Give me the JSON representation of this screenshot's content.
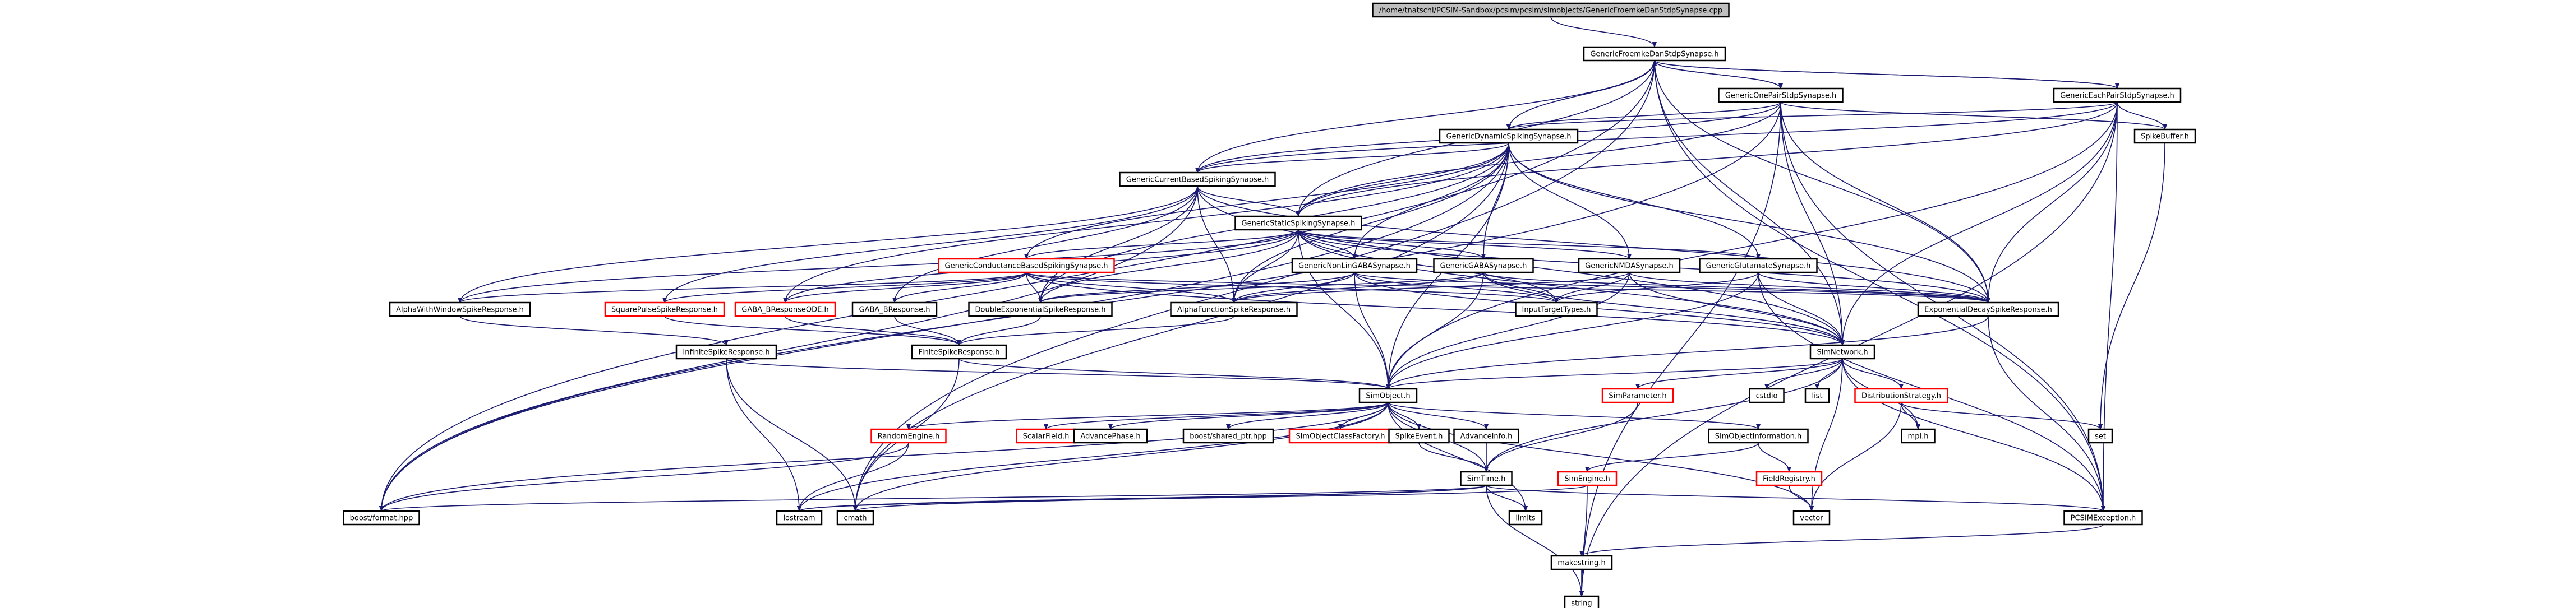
{
  "colors": {
    "edge": "#191970",
    "node_border": "#000000",
    "node_border_undocumented": "#ff0000",
    "root_fill": "#bfbfbf",
    "node_fill": "#ffffff",
    "text": "#000000"
  },
  "nodes": [
    {
      "id": "root",
      "label": "/home/tnatschl/PCSIM-Sandbox/pcsim/pcsim/simobjects/GenericFroemkeDanStdpSynapse.cpp",
      "kind": "root"
    },
    {
      "id": "gfd",
      "label": "GenericFroemkeDanStdpSynapse.h",
      "kind": "normal"
    },
    {
      "id": "gop",
      "label": "GenericOnePairStdpSynapse.h",
      "kind": "normal"
    },
    {
      "id": "gep",
      "label": "GenericEachPairStdpSynapse.h",
      "kind": "normal"
    },
    {
      "id": "gds",
      "label": "GenericDynamicSpikingSynapse.h",
      "kind": "normal"
    },
    {
      "id": "spb",
      "label": "SpikeBuffer.h",
      "kind": "normal"
    },
    {
      "id": "gcb",
      "label": "GenericCurrentBasedSpikingSynapse.h",
      "kind": "normal"
    },
    {
      "id": "gss",
      "label": "GenericStaticSpikingSynapse.h",
      "kind": "normal"
    },
    {
      "id": "gcond",
      "label": "GenericConductanceBasedSpikingSynapse.h",
      "kind": "undoc"
    },
    {
      "id": "gnl",
      "label": "GenericNonLinGABASynapse.h",
      "kind": "normal"
    },
    {
      "id": "ggaba",
      "label": "GenericGABASynapse.h",
      "kind": "normal"
    },
    {
      "id": "gnmda",
      "label": "GenericNMDASynapse.h",
      "kind": "normal"
    },
    {
      "id": "gglu",
      "label": "GenericGlutamateSynapse.h",
      "kind": "normal"
    },
    {
      "id": "alpha_w",
      "label": "AlphaWithWindowSpikeResponse.h",
      "kind": "normal"
    },
    {
      "id": "sqp",
      "label": "SquarePulseSpikeResponse.h",
      "kind": "undoc"
    },
    {
      "id": "gabab_ode",
      "label": "GABA_BResponseODE.h",
      "kind": "undoc"
    },
    {
      "id": "gabab",
      "label": "GABA_BResponse.h",
      "kind": "normal"
    },
    {
      "id": "dexp",
      "label": "DoubleExponentialSpikeResponse.h",
      "kind": "normal"
    },
    {
      "id": "alphaf",
      "label": "AlphaFunctionSpikeResponse.h",
      "kind": "normal"
    },
    {
      "id": "itt",
      "label": "InputTargetTypes.h",
      "kind": "normal"
    },
    {
      "id": "expd",
      "label": "ExponentialDecaySpikeResponse.h",
      "kind": "normal"
    },
    {
      "id": "inf",
      "label": "InfiniteSpikeResponse.h",
      "kind": "normal"
    },
    {
      "id": "fin",
      "label": "FiniteSpikeResponse.h",
      "kind": "normal"
    },
    {
      "id": "simnet",
      "label": "SimNetwork.h",
      "kind": "normal"
    },
    {
      "id": "simobj",
      "label": "SimObject.h",
      "kind": "normal"
    },
    {
      "id": "simparam",
      "label": "SimParameter.h",
      "kind": "undoc"
    },
    {
      "id": "cstdio",
      "label": "cstdio",
      "kind": "normal"
    },
    {
      "id": "list",
      "label": "list",
      "kind": "normal"
    },
    {
      "id": "dist",
      "label": "DistributionStrategy.h",
      "kind": "undoc"
    },
    {
      "id": "rand",
      "label": "RandomEngine.h",
      "kind": "undoc"
    },
    {
      "id": "scalar",
      "label": "ScalarField.h",
      "kind": "undoc"
    },
    {
      "id": "advph",
      "label": "AdvancePhase.h",
      "kind": "normal"
    },
    {
      "id": "shptr",
      "label": "boost/shared_ptr.hpp",
      "kind": "normal"
    },
    {
      "id": "socf",
      "label": "SimObjectClassFactory.h",
      "kind": "undoc"
    },
    {
      "id": "spev",
      "label": "SpikeEvent.h",
      "kind": "normal"
    },
    {
      "id": "advinfo",
      "label": "AdvanceInfo.h",
      "kind": "normal"
    },
    {
      "id": "soinfo",
      "label": "SimObjectInformation.h",
      "kind": "normal"
    },
    {
      "id": "mpi",
      "label": "mpi.h",
      "kind": "normal"
    },
    {
      "id": "set",
      "label": "set",
      "kind": "normal"
    },
    {
      "id": "simtime",
      "label": "SimTime.h",
      "kind": "normal"
    },
    {
      "id": "simeng",
      "label": "SimEngine.h",
      "kind": "undoc"
    },
    {
      "id": "fieldreg",
      "label": "FieldRegistry.h",
      "kind": "undoc"
    },
    {
      "id": "bformat",
      "label": "boost/format.hpp",
      "kind": "normal"
    },
    {
      "id": "iostream",
      "label": "iostream",
      "kind": "normal"
    },
    {
      "id": "cmath",
      "label": "cmath",
      "kind": "normal"
    },
    {
      "id": "limits",
      "label": "limits",
      "kind": "normal"
    },
    {
      "id": "vector",
      "label": "vector",
      "kind": "normal"
    },
    {
      "id": "pcexc",
      "label": "PCSIMException.h",
      "kind": "normal"
    },
    {
      "id": "makestr",
      "label": "makestring.h",
      "kind": "normal"
    },
    {
      "id": "string",
      "label": "string",
      "kind": "normal"
    }
  ],
  "edges": [
    [
      "root",
      "gfd"
    ],
    [
      "gfd",
      "gop"
    ],
    [
      "gfd",
      "gep"
    ],
    [
      "gfd",
      "gds"
    ],
    [
      "gfd",
      "gcb"
    ],
    [
      "gfd",
      "gss"
    ],
    [
      "gfd",
      "expd"
    ],
    [
      "gfd",
      "simnet"
    ],
    [
      "gfd",
      "bformat"
    ],
    [
      "gfd",
      "pcexc"
    ],
    [
      "gfd",
      "cmath"
    ],
    [
      "gop",
      "gfd"
    ],
    [
      "gop",
      "gds"
    ],
    [
      "gop",
      "gcb"
    ],
    [
      "gop",
      "gss"
    ],
    [
      "gop",
      "spb"
    ],
    [
      "gop",
      "expd"
    ],
    [
      "gop",
      "simnet"
    ],
    [
      "gop",
      "bformat"
    ],
    [
      "gop",
      "pcexc"
    ],
    [
      "gop",
      "string"
    ],
    [
      "gep",
      "gfd"
    ],
    [
      "gep",
      "gds"
    ],
    [
      "gep",
      "gcb"
    ],
    [
      "gep",
      "gss"
    ],
    [
      "gep",
      "spb"
    ],
    [
      "gep",
      "expd"
    ],
    [
      "gep",
      "simnet"
    ],
    [
      "gep",
      "simobj"
    ],
    [
      "gep",
      "pcexc"
    ],
    [
      "gep",
      "string"
    ],
    [
      "gds",
      "gcb"
    ],
    [
      "gds",
      "gss"
    ],
    [
      "gds",
      "gcond"
    ],
    [
      "gds",
      "gnl"
    ],
    [
      "gds",
      "ggaba"
    ],
    [
      "gds",
      "gnmda"
    ],
    [
      "gds",
      "gglu"
    ],
    [
      "gds",
      "alphaf"
    ],
    [
      "gds",
      "expd"
    ],
    [
      "gds",
      "simobj"
    ],
    [
      "gds",
      "bformat"
    ],
    [
      "gds",
      "cmath"
    ],
    [
      "gds",
      "gabab_ode"
    ],
    [
      "gds",
      "dexp"
    ],
    [
      "spb",
      "set"
    ],
    [
      "gcb",
      "gss"
    ],
    [
      "gcb",
      "alpha_w"
    ],
    [
      "gcb",
      "dexp"
    ],
    [
      "gcb",
      "alphaf"
    ],
    [
      "gcb",
      "expd"
    ],
    [
      "gcb",
      "simnet"
    ],
    [
      "gcb",
      "gabab"
    ],
    [
      "gcb",
      "sqp"
    ],
    [
      "gcb",
      "bformat"
    ],
    [
      "gss",
      "gcond"
    ],
    [
      "gss",
      "gnl"
    ],
    [
      "gss",
      "ggaba"
    ],
    [
      "gss",
      "gnmda"
    ],
    [
      "gss",
      "gglu"
    ],
    [
      "gss",
      "alpha_w"
    ],
    [
      "gss",
      "gabab_ode"
    ],
    [
      "gss",
      "dexp"
    ],
    [
      "gss",
      "alphaf"
    ],
    [
      "gss",
      "expd"
    ],
    [
      "gss",
      "simnet"
    ],
    [
      "gss",
      "simobj"
    ],
    [
      "gss",
      "itt"
    ],
    [
      "gcond",
      "alpha_w"
    ],
    [
      "gcond",
      "sqp"
    ],
    [
      "gcond",
      "gabab_ode"
    ],
    [
      "gcond",
      "gabab"
    ],
    [
      "gcond",
      "dexp"
    ],
    [
      "gcond",
      "alphaf"
    ],
    [
      "gcond",
      "itt"
    ],
    [
      "gcond",
      "expd"
    ],
    [
      "gcond",
      "simnet"
    ],
    [
      "gnl",
      "dexp"
    ],
    [
      "gnl",
      "alphaf"
    ],
    [
      "gnl",
      "itt"
    ],
    [
      "gnl",
      "simobj"
    ],
    [
      "gnl",
      "expd"
    ],
    [
      "gnl",
      "simnet"
    ],
    [
      "ggaba",
      "dexp"
    ],
    [
      "ggaba",
      "alphaf"
    ],
    [
      "ggaba",
      "itt"
    ],
    [
      "ggaba",
      "expd"
    ],
    [
      "ggaba",
      "simnet"
    ],
    [
      "ggaba",
      "simobj"
    ],
    [
      "gnmda",
      "itt"
    ],
    [
      "gnmda",
      "expd"
    ],
    [
      "gnmda",
      "simnet"
    ],
    [
      "gnmda",
      "simobj"
    ],
    [
      "gnmda",
      "alphaf"
    ],
    [
      "gglu",
      "itt"
    ],
    [
      "gglu",
      "expd"
    ],
    [
      "gglu",
      "simnet"
    ],
    [
      "gglu",
      "simobj"
    ],
    [
      "gglu",
      "pcexc"
    ],
    [
      "alpha_w",
      "inf"
    ],
    [
      "sqp",
      "fin"
    ],
    [
      "gabab_ode",
      "fin"
    ],
    [
      "gabab",
      "fin"
    ],
    [
      "dexp",
      "fin"
    ],
    [
      "alphaf",
      "fin"
    ],
    [
      "expd",
      "pcexc"
    ],
    [
      "expd",
      "simobj"
    ],
    [
      "inf",
      "simobj"
    ],
    [
      "inf",
      "iostream"
    ],
    [
      "inf",
      "cmath"
    ],
    [
      "fin",
      "simobj"
    ],
    [
      "fin",
      "cmath"
    ],
    [
      "simnet",
      "simobj"
    ],
    [
      "simnet",
      "simparam"
    ],
    [
      "simnet",
      "cstdio"
    ],
    [
      "simnet",
      "list"
    ],
    [
      "simnet",
      "dist"
    ],
    [
      "simnet",
      "mpi"
    ],
    [
      "simnet",
      "pcexc"
    ],
    [
      "simnet",
      "simtime"
    ],
    [
      "simnet",
      "vector"
    ],
    [
      "simobj",
      "rand"
    ],
    [
      "simobj",
      "scalar"
    ],
    [
      "simobj",
      "advph"
    ],
    [
      "simobj",
      "shptr"
    ],
    [
      "simobj",
      "socf"
    ],
    [
      "simobj",
      "spev"
    ],
    [
      "simobj",
      "advinfo"
    ],
    [
      "simobj",
      "soinfo"
    ],
    [
      "simobj",
      "limits"
    ],
    [
      "simobj",
      "vector"
    ],
    [
      "simobj",
      "iostream"
    ],
    [
      "simobj",
      "cmath"
    ],
    [
      "simobj",
      "bformat"
    ],
    [
      "simobj",
      "simtime"
    ],
    [
      "simparam",
      "simtime"
    ],
    [
      "dist",
      "mpi"
    ],
    [
      "dist",
      "set"
    ],
    [
      "dist",
      "vector"
    ],
    [
      "rand",
      "iostream"
    ],
    [
      "rand",
      "bformat"
    ],
    [
      "spev",
      "simtime"
    ],
    [
      "advinfo",
      "simtime"
    ],
    [
      "soinfo",
      "simeng"
    ],
    [
      "soinfo",
      "fieldreg"
    ],
    [
      "fieldreg",
      "vector"
    ],
    [
      "simtime",
      "bformat"
    ],
    [
      "simtime",
      "iostream"
    ],
    [
      "simtime",
      "cmath"
    ],
    [
      "simtime",
      "limits"
    ],
    [
      "simtime",
      "pcexc"
    ],
    [
      "simtime",
      "string"
    ],
    [
      "simeng",
      "iostream"
    ],
    [
      "simeng",
      "string"
    ],
    [
      "pcexc",
      "makestr"
    ],
    [
      "makestr",
      "string"
    ]
  ]
}
